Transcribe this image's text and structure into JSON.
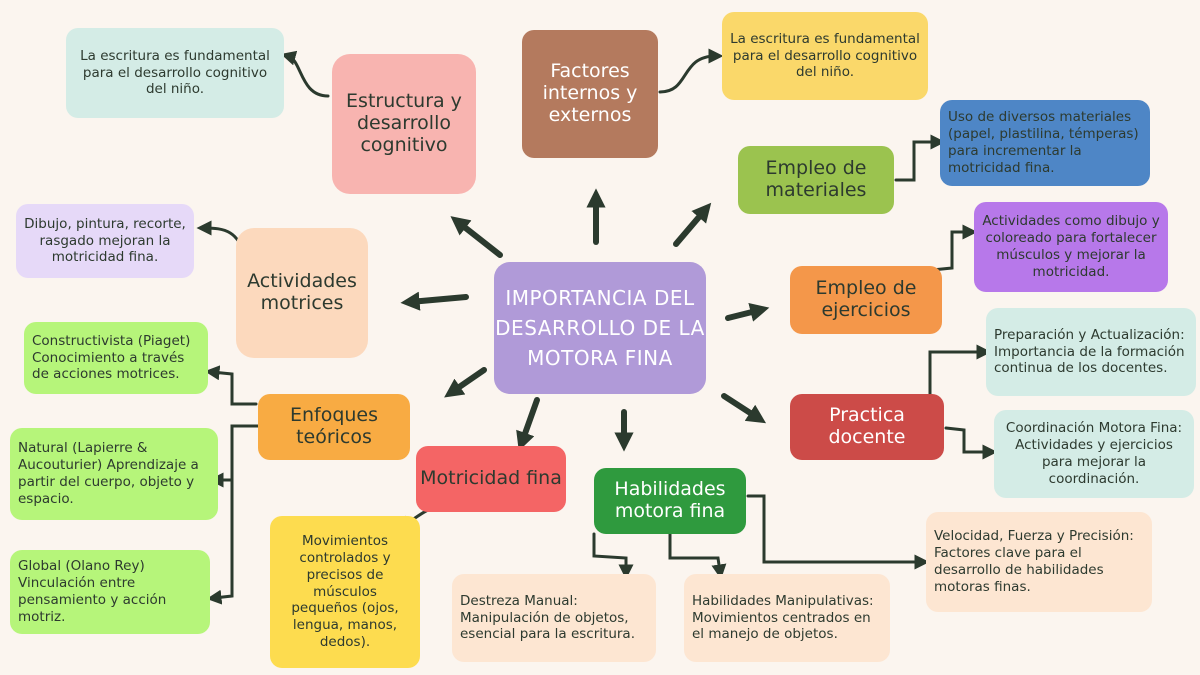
{
  "center": {
    "title": "IMPORTANCIA DEL DESARROLLO DE LA MOTORA FINA",
    "color": "#b09ad8"
  },
  "topics": {
    "estructura": {
      "label": "Estructura y desarrollo cognitivo",
      "color": "#f8b4b0"
    },
    "factores": {
      "label": "Factores internos y externos",
      "color": "#b47a5e"
    },
    "materiales": {
      "label": "Empleo de materiales",
      "color": "#9bc34f"
    },
    "ejercicios": {
      "label": "Empleo de ejercicios",
      "color": "#f4974a"
    },
    "practica": {
      "label": "Practica docente",
      "color": "#cc4b48"
    },
    "habilidades": {
      "label": "Habilidades motora fina",
      "color": "#2f9a3e"
    },
    "motricidad": {
      "label": "Motricidad fina",
      "color": "#f46565"
    },
    "enfoques": {
      "label": "Enfoques teóricos",
      "color": "#f8ab43"
    },
    "actividades": {
      "label": "Actividades motrices",
      "color": "#fcd9bd"
    }
  },
  "details": {
    "estructura_note": "La escritura es fundamental para el desarrollo cognitivo del niño.",
    "factores_note": "La escritura es fundamental para el desarrollo cognitivo del niño.",
    "materiales_note": "Uso de diversos materiales (papel, plastilina, témperas) para incrementar la motricidad fina.",
    "ejercicios_note": "Actividades como dibujo y coloreado para fortalecer músculos y mejorar la motricidad.",
    "practica_note1": "Preparación y Actualización: Importancia de la formación continua de los docentes.",
    "practica_note2": "Coordinación Motora Fina: Actividades y ejercicios para mejorar la coordinación.",
    "velocidad_note": "Velocidad, Fuerza y Precisión: Factores clave para el desarrollo de habilidades motoras finas.",
    "destreza_note": "Destreza Manual: Manipulación de objetos, esencial para la escritura.",
    "manipulativas_note": "Habilidades Manipulativas: Movimientos centrados en el manejo de objetos.",
    "movimientos_note": "Movimientos controlados y precisos de músculos pequeños (ojos, lengua, manos, dedos).",
    "actividades_note": "Dibujo, pintura, recorte, rasgado mejoran la motricidad fina.",
    "constructivista_note": "Constructivista (Piaget) Conocimiento a través de acciones motrices.",
    "natural_note": "Natural (Lapierre & Aucouturier) Aprendizaje a partir del cuerpo, objeto y espacio.",
    "global_note": "Global (Olano Rey) Vinculación entre pensamiento y acción motriz."
  },
  "note_colors": {
    "mint": "#d4ece6",
    "yellow": "#fad86a",
    "blue": "#4e86c6",
    "purple": "#b778ea",
    "lavender": "#e6d9f8",
    "lime": "#b6f57a",
    "peach": "#fde6d2",
    "gold": "#fddc4f"
  }
}
